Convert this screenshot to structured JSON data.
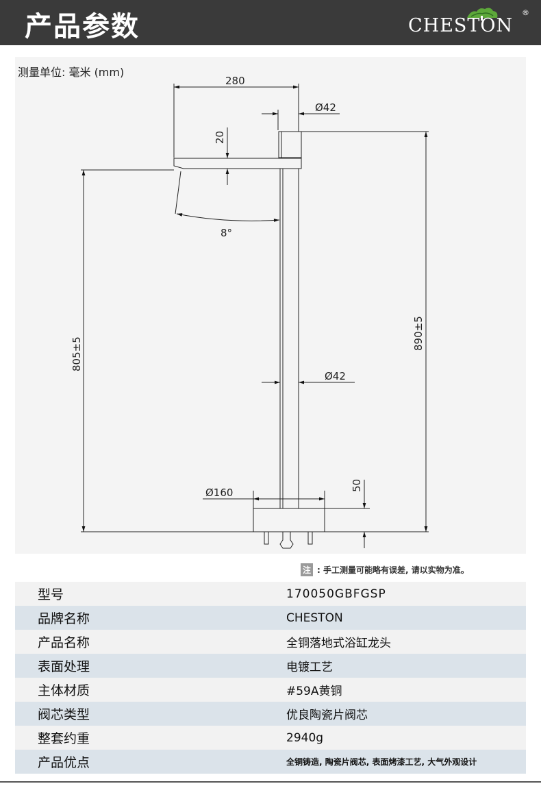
{
  "header": {
    "title": "产品参数",
    "brand": "CHESTON",
    "registered": "®"
  },
  "drawing": {
    "unit_label": "测量单位: 毫米 (mm)",
    "dims": {
      "spout_reach": "280",
      "top_diameter": "Ø42",
      "spout_thickness": "20",
      "spout_angle": "8°",
      "spout_height": "805±5",
      "total_height": "890±5",
      "pipe_diameter": "Ø42",
      "base_diameter": "Ø160",
      "base_height": "50"
    }
  },
  "note": {
    "badge": "注",
    "text": ": 手工测量可能略有误差, 请以实物为准。"
  },
  "specs": [
    {
      "label": "型号",
      "value": "170050GBFGSP"
    },
    {
      "label": "品牌名称",
      "value": "CHESTON"
    },
    {
      "label": "产品名称",
      "value": "全铜落地式浴缸龙头"
    },
    {
      "label": "表面处理",
      "value": "电镀工艺"
    },
    {
      "label": "主体材质",
      "value": "#59A黄铜"
    },
    {
      "label": "阀芯类型",
      "value": "优良陶瓷片阀芯"
    },
    {
      "label": "整套约重",
      "value": "2940g"
    },
    {
      "label": "产品优点",
      "value": "全铜铸造, 陶瓷片阀芯, 表面烤漆工艺, 大气外观设计"
    }
  ],
  "colors": {
    "header_bg": "#3a3a3a",
    "row_alt": "#dbe3ea",
    "row_plain": "#f2f2f2",
    "drawing_bg": "#f4f4f4"
  }
}
